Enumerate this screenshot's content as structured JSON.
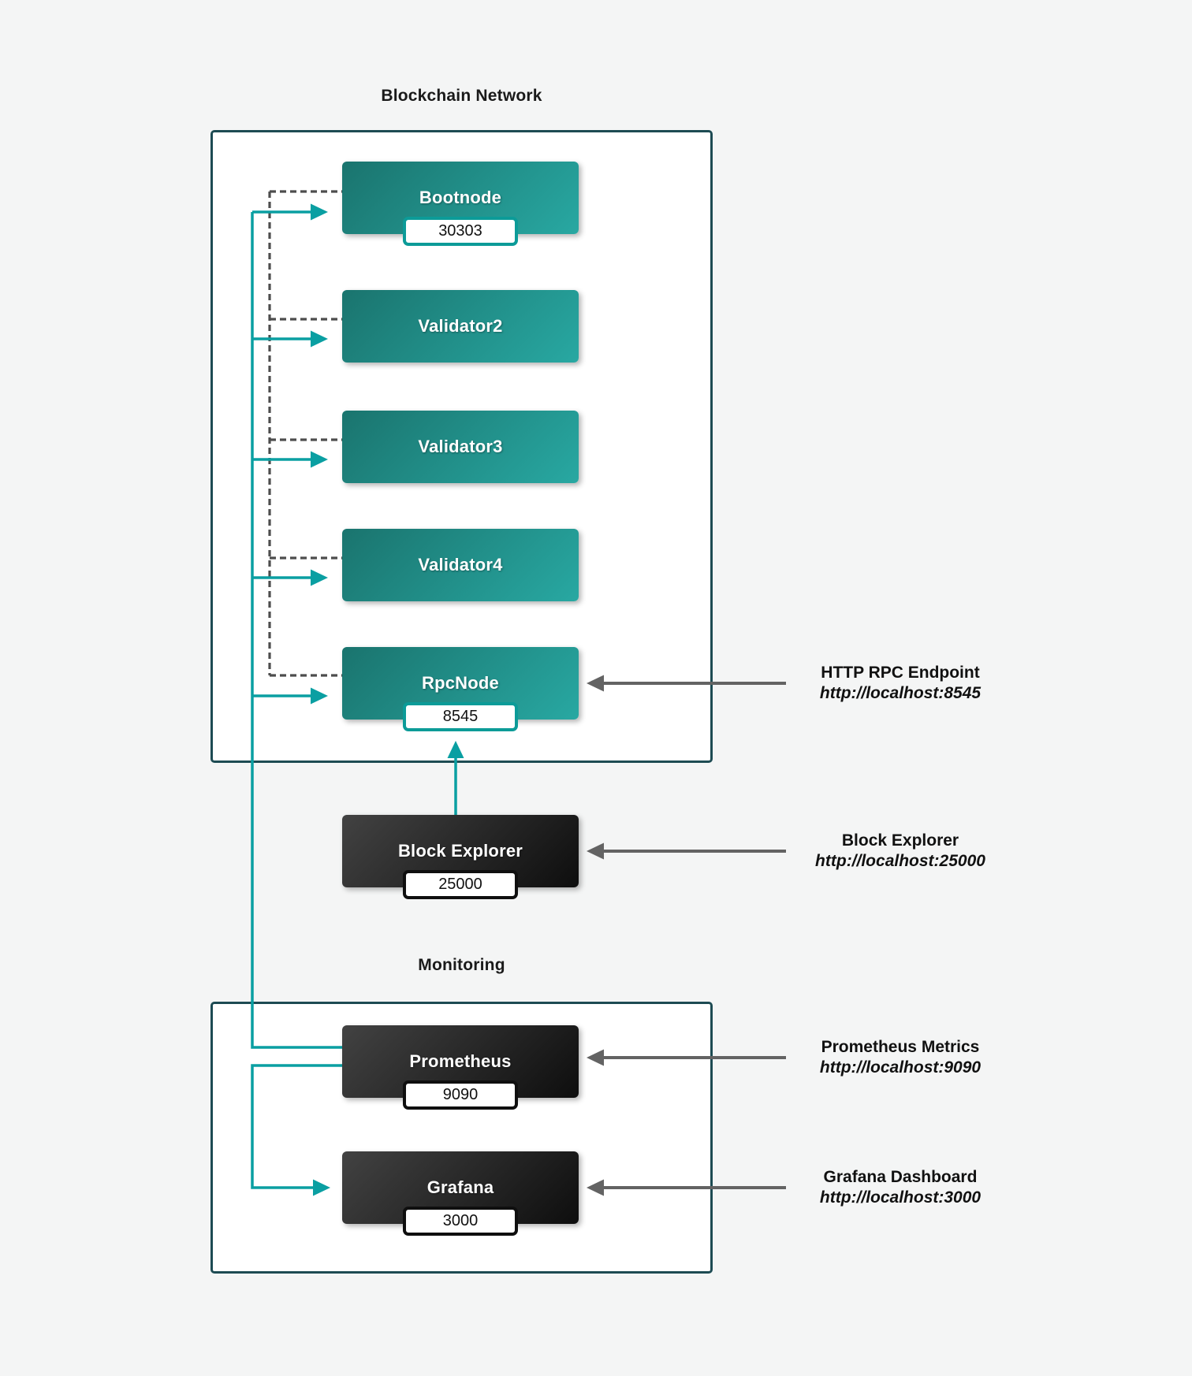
{
  "diagram": {
    "clusters": [
      {
        "title": "Blockchain Network",
        "nodes": [
          {
            "label": "Bootnode",
            "port": "30303"
          },
          {
            "label": "Validator2",
            "port": ""
          },
          {
            "label": "Validator3",
            "port": ""
          },
          {
            "label": "Validator4",
            "port": ""
          },
          {
            "label": "RpcNode",
            "port": "8545"
          }
        ]
      },
      {
        "title": "Monitoring",
        "nodes": [
          {
            "label": "Prometheus",
            "port": "9090"
          },
          {
            "label": "Grafana",
            "port": "3000"
          }
        ]
      }
    ],
    "explorer_node": {
      "label": "Block Explorer",
      "port": "25000"
    },
    "annotations": [
      {
        "title": "HTTP RPC Endpoint",
        "url": "http://localhost:8545"
      },
      {
        "title": "Block Explorer",
        "url": "http://localhost:25000"
      },
      {
        "title": "Prometheus Metrics",
        "url": "http://localhost:9090"
      },
      {
        "title": "Grafana Dashboard",
        "url": "http://localhost:3000"
      }
    ],
    "colors": {
      "teal_edge": "#0a9fa2",
      "dashed_edge": "#4d4d4d",
      "gray_edge": "#636363",
      "cluster_border": "#1d4b53",
      "node_teal_start": "#1a746e",
      "node_teal_end": "#28a8a2",
      "node_dark_start": "#424242",
      "node_dark_end": "#0e0e0e"
    }
  }
}
